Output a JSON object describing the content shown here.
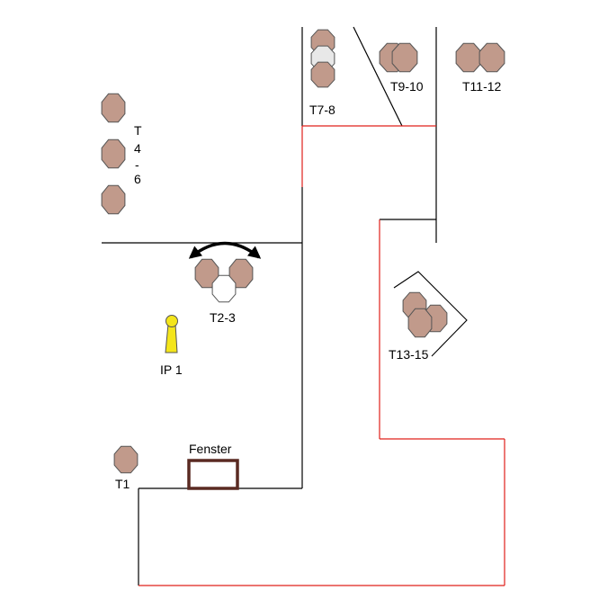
{
  "colors": {
    "wall": "#000000",
    "red_wall": "#e0201a",
    "chair": "#c19a8b",
    "chair_light": "#e8e8e8",
    "chair_white": "#ffffff",
    "window": "#5a2a22",
    "marker": "#f4e51b"
  },
  "labels": {
    "t1": "T1",
    "t23": "T2-3",
    "t46_t": "T",
    "t46_4": "4",
    "t46_dash": "-",
    "t46_6": "6",
    "t78": "T7-8",
    "t910": "T9-10",
    "t1112": "T11-12",
    "t1315": "T13-15",
    "ip1": "IP 1",
    "fenster": "Fenster"
  },
  "icons": {
    "chair": "octagon-chair-icon",
    "marker": "pin-marker-icon",
    "arrow": "double-arrow-icon",
    "window": "window-icon"
  }
}
